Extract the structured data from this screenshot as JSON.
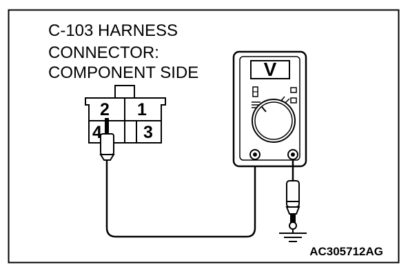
{
  "connector": {
    "title_lines": [
      "C-103 HARNESS",
      "CONNECTOR:",
      "COMPONENT SIDE"
    ],
    "pins": {
      "pin1": "1",
      "pin2": "2",
      "pin3": "3",
      "pin4": "4"
    }
  },
  "meter": {
    "display": "V"
  },
  "figure_code": "AC305712AG"
}
